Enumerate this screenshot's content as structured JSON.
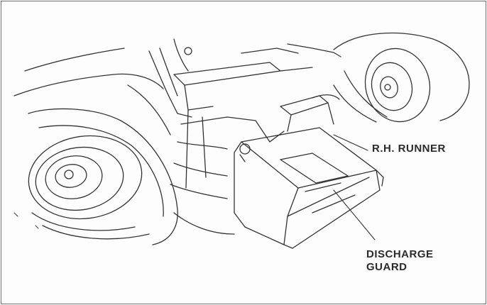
{
  "diagram": {
    "labels": {
      "rh_runner": "R.H. RUNNER",
      "discharge_guard_line1": "DISCHARGE",
      "discharge_guard_line2": "GUARD"
    },
    "colors": {
      "ink": "#333333",
      "paper": "#fdfdfd",
      "border": "#6f6f6f"
    }
  }
}
